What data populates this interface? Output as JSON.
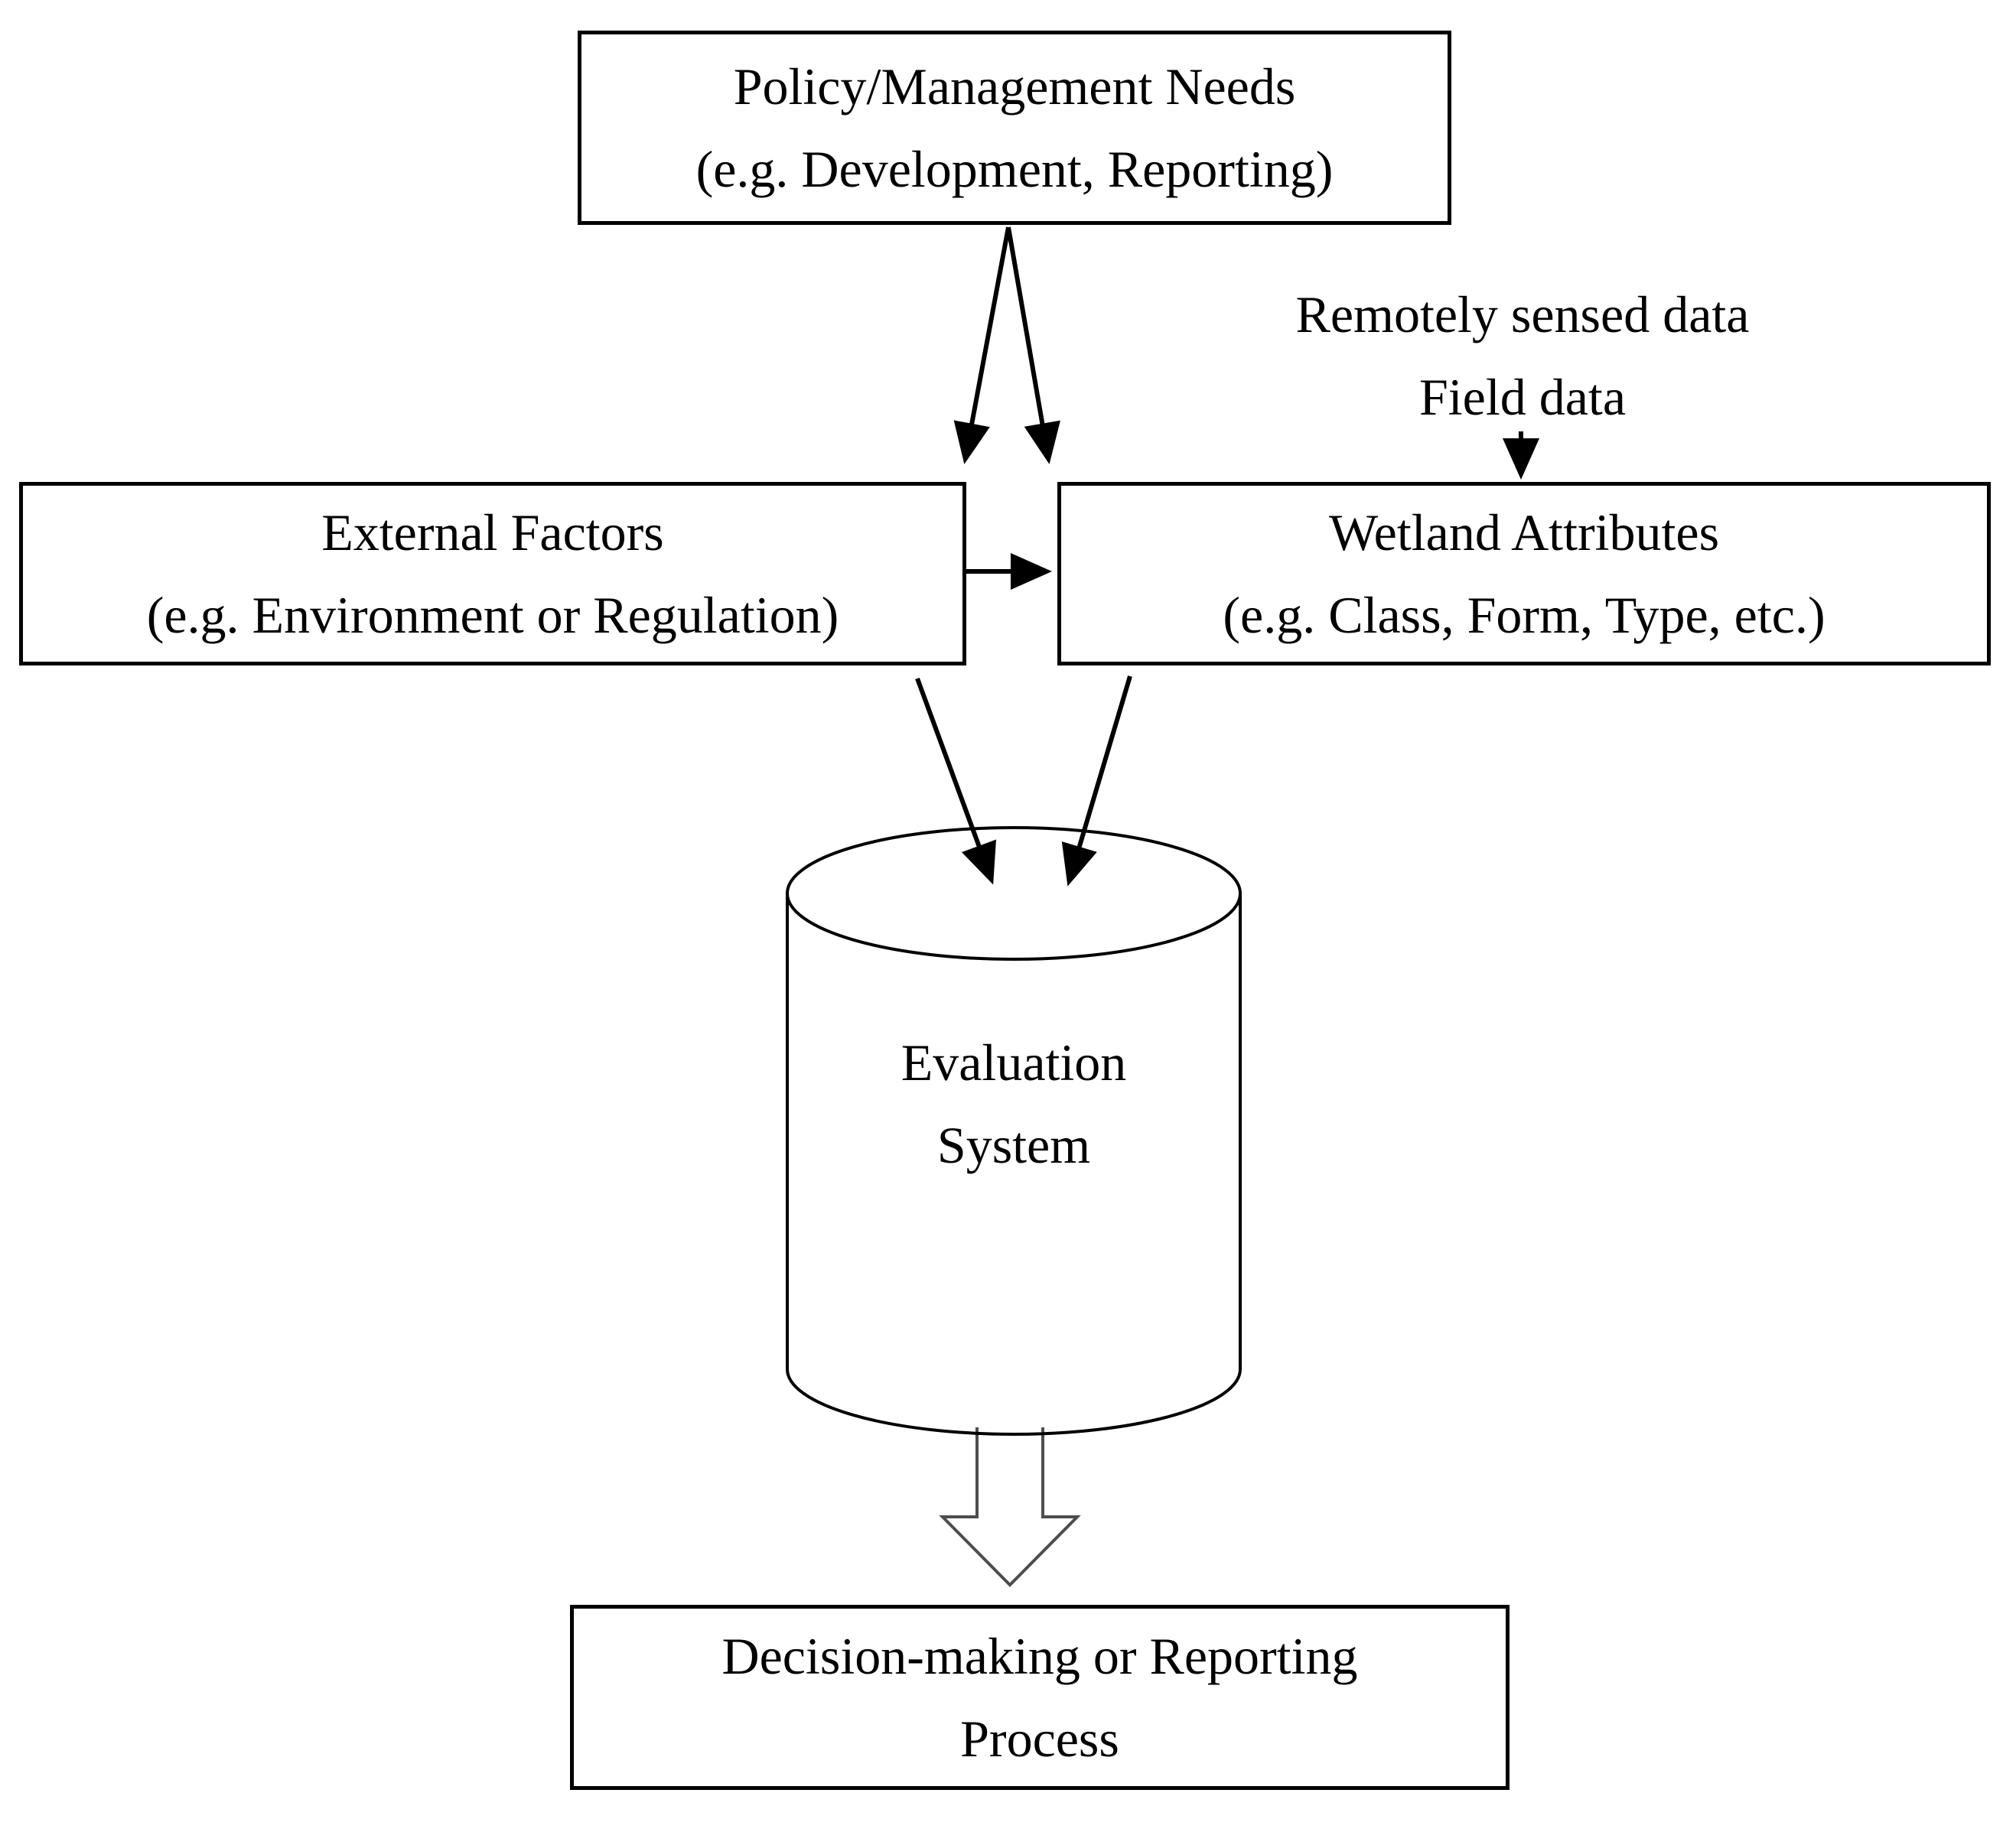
{
  "diagram": {
    "title_hint": "Wetland evaluation system flow diagram",
    "nodes": {
      "policy_needs": {
        "line1": "Policy/Management Needs",
        "line2": "(e.g. Development, Reporting)"
      },
      "data_sources": {
        "line1": "Remotely sensed data",
        "line2": "Field data"
      },
      "external_factors": {
        "line1": "External Factors",
        "line2": "(e.g. Environment or Regulation)"
      },
      "wetland_attributes": {
        "line1": "Wetland Attributes",
        "line2": "(e.g. Class, Form, Type, etc.)"
      },
      "evaluation_system": {
        "line1": "Evaluation",
        "line2": "System"
      },
      "decision_process": {
        "line1": "Decision-making or Reporting",
        "line2": "Process"
      }
    },
    "colors": {
      "line": "#000000",
      "background": "#ffffff",
      "block_arrow_outline": "#4d4d4d"
    }
  }
}
